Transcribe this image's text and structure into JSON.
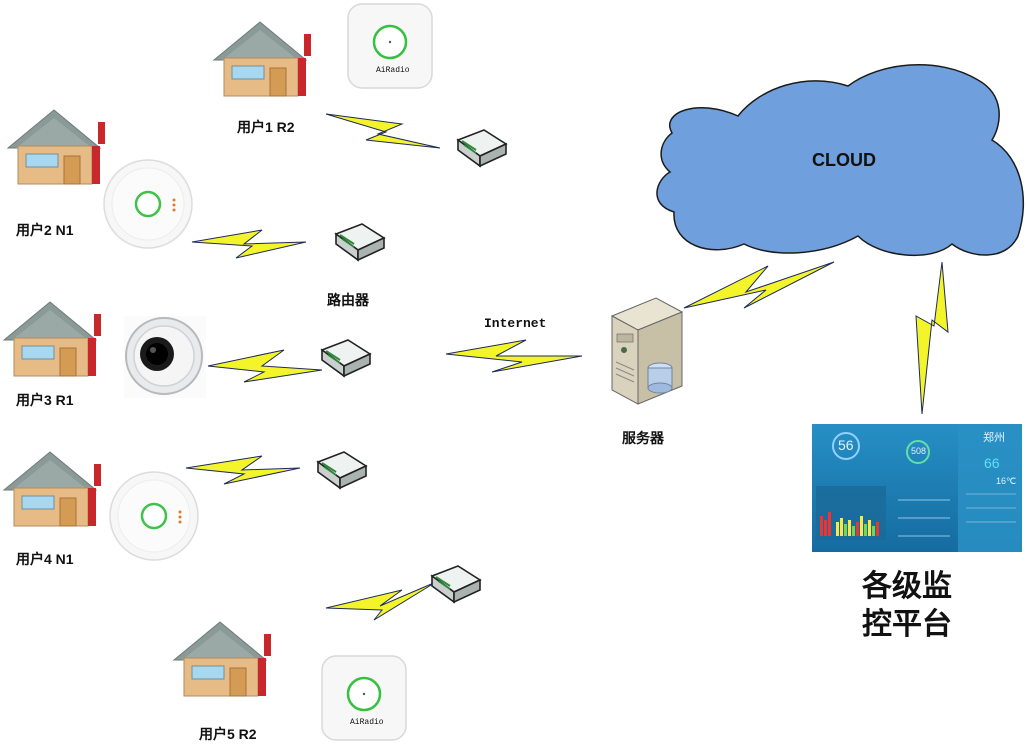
{
  "users": [
    {
      "label": "用户1 R2"
    },
    {
      "label": "用户2 N1"
    },
    {
      "label": "用户3 R1"
    },
    {
      "label": "用户4 N1"
    },
    {
      "label": "用户5 R2"
    }
  ],
  "router_label": "路由器",
  "internet_label": "Internet",
  "server_label": "服务器",
  "cloud_label": "CLOUD",
  "platform": {
    "title_line1": "各级监",
    "title_line2": "控平台"
  },
  "device_brand": "AiRadio",
  "dashboard": {
    "city": "郑州",
    "value_a": "56",
    "value_b": "508",
    "value_c": "66",
    "temp": "16℃"
  },
  "colors": {
    "cloud_fill": "#6f9fdc",
    "bolt": "#f3f52a",
    "house_wall": "#e7bb86",
    "house_roof": "#8a9a96",
    "chimney": "#c8272b",
    "dashboard_bg": "#1f7fb5"
  }
}
